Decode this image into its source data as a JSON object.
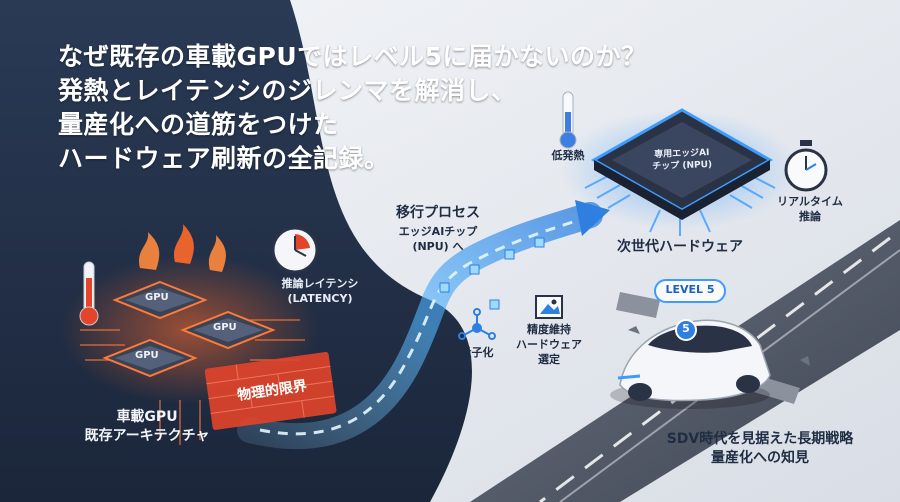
{
  "headline": {
    "line1": "なぜ既存の車載GPUではレベル5に届かないのか？",
    "line2": "発熱とレイテンシのジレンマを解消し、",
    "line3": "量産化への道筋をつけた",
    "line4": "ハードウェア刷新の全記録。"
  },
  "legacy": {
    "chip_label": "GPU",
    "caption_line1": "車載GPU",
    "caption_line2": "既存アーキテクチャ",
    "latency_line1": "推論レイテンシ",
    "latency_line2": "(LATENCY)",
    "barrier_label": "物理的限界"
  },
  "migration": {
    "title": "移行プロセス",
    "sub_line1": "エッジAIチップ",
    "sub_line2": "(NPU) へ"
  },
  "steps": {
    "quantize": "量子化",
    "selection_line1": "精度維持",
    "selection_line2": "ハードウェア",
    "selection_line3": "選定"
  },
  "npu": {
    "chip_line1": "専用エッジAI",
    "chip_line2": "チップ (NPU)",
    "low_heat": "低発熱",
    "realtime_line1": "リアルタイム",
    "realtime_line2": "推論",
    "next_gen": "次世代ハードウェア"
  },
  "outcome": {
    "badge": "LEVEL 5",
    "car_mark": "5",
    "strategy_line1": "SDV時代を見据えた長期戦略",
    "strategy_line2": "量産化への知見"
  },
  "colors": {
    "dark_bg": "#22304a",
    "light_bg": "#e9ecf1",
    "hot_accent": "#ff6a2a",
    "cool_accent": "#2f8cff",
    "barrier": "#e3442a"
  }
}
